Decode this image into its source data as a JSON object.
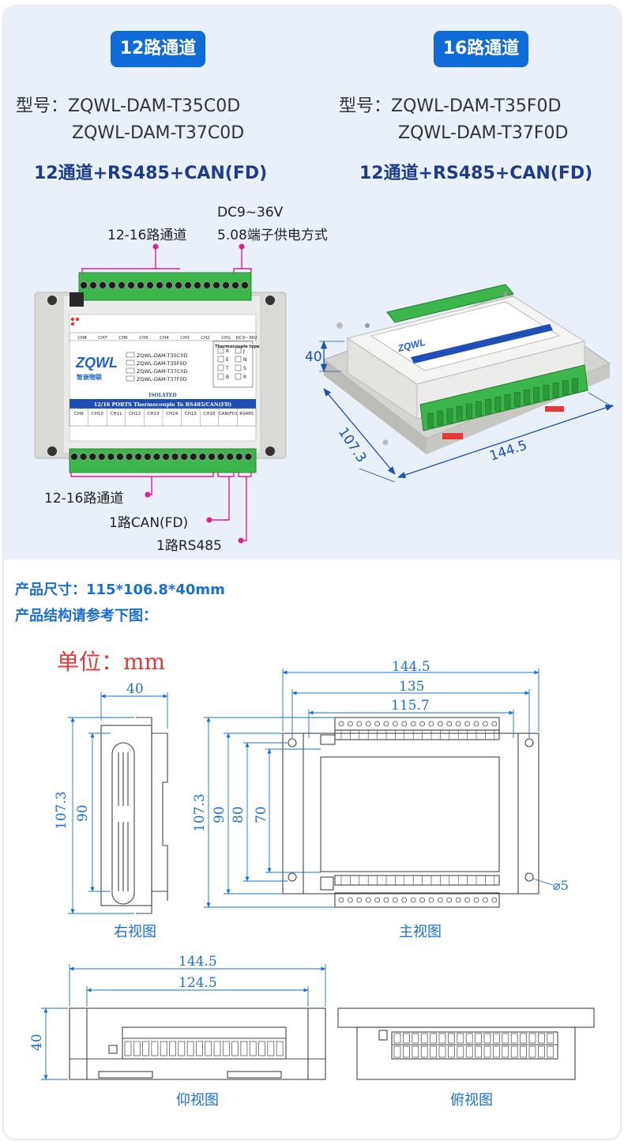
{
  "header": {
    "left_pill": "12路通道",
    "right_pill": "16路通道",
    "left_model_prefix": "型号：",
    "left_model_1": "ZQWL-DAM-T35C0D",
    "left_model_2": "ZQWL-DAM-T37C0D",
    "left_feature": "12通道+RS485+CAN(FD)",
    "right_model_prefix": "型号：",
    "right_model_1": "ZQWL-DAM-T35F0D",
    "right_model_2": "ZQWL-DAM-T37F0D",
    "right_feature": "12通道+RS485+CAN(FD)"
  },
  "device_callouts": {
    "power_1": "DC9~36V",
    "power_2": "5.08端子供电方式",
    "channels_top": "12-16路通道",
    "channels_bottom": "12-16路通道",
    "can": "1路CAN(FD)",
    "rs485": "1路RS485"
  },
  "device_panel": {
    "brand": "ZQWL",
    "brand_cn": "智嵌物联",
    "models": [
      "ZQWL-DAM-T35C0D",
      "ZQWL-DAM-T35F0D",
      "ZQWL-DAM-T37C0D",
      "ZQWL-DAM-T37F0D"
    ],
    "thermo_title": "Thermocouple type",
    "thermo_types": [
      "K",
      "J",
      "E",
      "N",
      "T",
      "S",
      "B",
      "R"
    ],
    "isolated": "ISOLATED",
    "strip_text": "12/16 PORTS Thermocouple To RS485/CAN(FD)",
    "bottom_channels": [
      "CH9",
      "CH10",
      "CH11",
      "CH12",
      "CH13",
      "CH14",
      "CH15",
      "CH16",
      "CAN(FD)",
      "RS485"
    ],
    "top_channels": [
      "CH8",
      "CH7",
      "CH6",
      "CH5",
      "CH4",
      "CH3",
      "CH2",
      "CH1",
      "DC9~36V"
    ]
  },
  "iso_dims": {
    "height": "40",
    "depth": "107.3",
    "width": "144.5"
  },
  "spec": {
    "size": "产品尺寸：115*106.8*40mm",
    "structure": "产品结构请参考下图："
  },
  "drawing": {
    "unit": "单位：mm",
    "side_width": "40",
    "side_h1": "107.3",
    "side_h2": "90",
    "front_w1": "144.5",
    "front_w2": "135",
    "front_w3": "115.7",
    "front_h1": "107.3",
    "front_h2": "90",
    "front_h3": "80",
    "front_h4": "70",
    "hole": "⌀5",
    "bottom_w1": "144.5",
    "bottom_w2": "124.5",
    "bottom_h": "40",
    "caption_side": "右视图",
    "caption_front": "主视图",
    "caption_bottom": "仰视图",
    "caption_top": "俯视图"
  },
  "colors": {
    "pill": "#0e6bd8",
    "feature": "#1f3c8a",
    "dim": "#1a6fd4",
    "callout": "#e0208c",
    "terminal": "#3cb54a",
    "unit": "#e23b3b"
  }
}
